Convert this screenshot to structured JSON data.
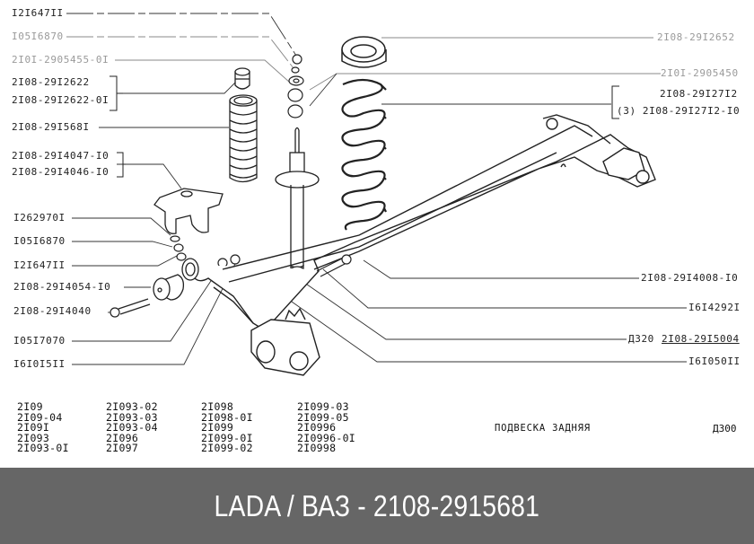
{
  "diagram": {
    "title": "ПОДВЕСКА ЗАДНЯЯ",
    "page_code": "Д300",
    "left_callouts": [
      {
        "text": "I2I647II",
        "faint": false
      },
      {
        "text": "I05I6870",
        "faint": true
      },
      {
        "text": "2I0I-2905455-0I",
        "faint": true
      },
      {
        "text": "2I08-29I2622",
        "faint": false
      },
      {
        "text": "2I08-29I2622-0I",
        "faint": false
      },
      {
        "text": "2I08-29I568I",
        "faint": false
      },
      {
        "text": "2I08-29I4047-I0",
        "faint": false
      },
      {
        "text": "2I08-29I4046-I0",
        "faint": false
      },
      {
        "text": "I262970I",
        "faint": false
      },
      {
        "text": "I05I6870",
        "faint": false
      },
      {
        "text": "I2I647II",
        "faint": false
      },
      {
        "text": "2I08-29I4054-I0",
        "faint": false
      },
      {
        "text": "2I08-29I4040",
        "faint": false
      },
      {
        "text": "I05I7070",
        "faint": false
      },
      {
        "text": "I6I0I5II",
        "faint": false
      }
    ],
    "right_callouts": [
      {
        "text": "2I08-29I2652",
        "faint": true
      },
      {
        "text": "2I0I-2905450",
        "faint": true
      },
      {
        "text": "2I08-29I27I2",
        "faint": false
      },
      {
        "text": "(3) 2I08-29I27I2-I0",
        "faint": false
      },
      {
        "text": "2I08-29I4008-I0",
        "faint": false
      },
      {
        "text": "I6I4292I",
        "faint": false
      },
      {
        "text": "Д320",
        "faint": false
      },
      {
        "text": "2I08-29I5004",
        "faint": false
      },
      {
        "text": "I6I050II",
        "faint": false
      }
    ],
    "applicable_models": [
      [
        "2I09",
        "2I09-04",
        "2I09I",
        "2I093",
        "2I093-0I"
      ],
      [
        "2I093-02",
        "2I093-03",
        "2I093-04",
        "2I096",
        "2I097"
      ],
      [
        "2I098",
        "2I098-0I",
        "2I099",
        "2I099-0I",
        "2I099-02"
      ],
      [
        "2I099-03",
        "2I099-05",
        "2I0996",
        "2I0996-0I",
        "2I0998"
      ]
    ],
    "parts_depicted": [
      "nut",
      "washer",
      "cushion",
      "bump-stop",
      "dust-boot",
      "shock-absorber",
      "coil-spring",
      "spring-insulator",
      "bracket",
      "bolt",
      "bushing",
      "rear-axle-beam",
      "wheel-hub-flange"
    ]
  },
  "footer": {
    "label": "LADA / ВАЗ - 2108-2915681",
    "background": "#666666",
    "text_color": "#ffffff"
  }
}
